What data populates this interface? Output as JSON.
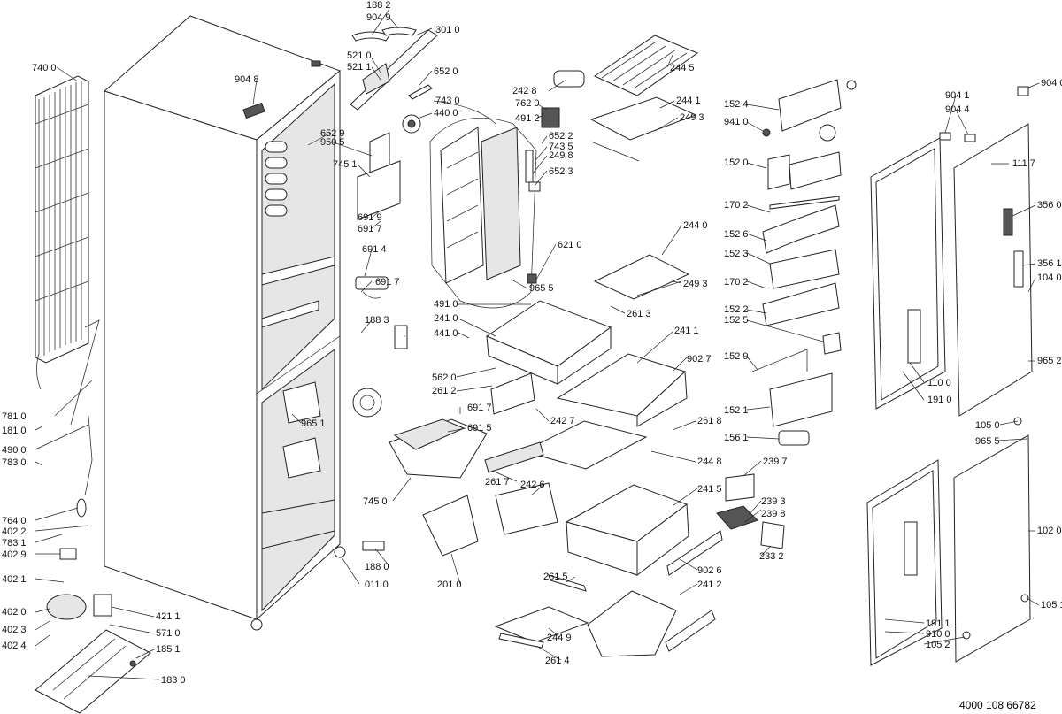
{
  "document_number": "4000 108 66782",
  "labels": {
    "p188_2": "188 2",
    "p904_9": "904 9",
    "p301_0": "301 0",
    "p521_0": "521 0",
    "p521_1": "521 1",
    "p652_0": "652 0",
    "p740_0": "740 0",
    "p904_8": "904 8",
    "p743_0": "743 0",
    "p440_0": "440 0",
    "p242_8": "242 8",
    "p762_0": "762 0",
    "p491_2": "491 2",
    "p652_2": "652 2",
    "p743_5": "743 5",
    "p249_8": "249 8",
    "p652_3": "652 3",
    "p244_5": "244 5",
    "p244_1": "244 1",
    "p249_3a": "249 3",
    "p652_9": "652 9",
    "p950_5": "950 5",
    "p745_1": "745 1",
    "p691_9": "691 9",
    "p691_7a": "691 7",
    "p691_4": "691 4",
    "p691_7b": "691 7",
    "p621_0": "621 0",
    "p965_5a": "965 5",
    "p244_0": "244 0",
    "p249_3b": "249 3",
    "p261_3": "261 3",
    "p152_4": "152 4",
    "p941_0": "941 0",
    "p152_0": "152 0",
    "p170_2a": "170 2",
    "p152_6": "152 6",
    "p152_3": "152 3",
    "p170_2b": "170 2",
    "p152_2": "152 2",
    "p152_5": "152 5",
    "p152_9": "152 9",
    "p152_1": "152 1",
    "p156_1": "156 1",
    "p904_1": "904 1",
    "p904_4": "904 4",
    "p904_0": "904 0",
    "p111_7": "111 7",
    "p356_0": "356 0",
    "p356_1": "356 1",
    "p104_0": "104 0",
    "p965_2": "965 2",
    "p110_0": "110 0",
    "p191_0": "191 0",
    "p491_0": "491 0",
    "p241_0": "241 0",
    "p188_3": "188 3",
    "p441_0": "441 0",
    "p241_1": "241 1",
    "p902_7a": "902 7",
    "p562_0": "562 0",
    "p261_2": "261 2",
    "p691_7c": "691 7",
    "p242_7": "242 7",
    "p261_8": "261 8",
    "p965_1": "965 1",
    "p691_5": "691 5",
    "p781_0": "781 0",
    "p181_0": "181 0",
    "p490_0": "490 0",
    "p783_0": "783 0",
    "p244_8": "244 8",
    "p239_7": "239 7",
    "p105_0": "105 0",
    "p965_5b": "965 5",
    "p745_0": "745 0",
    "p261_7": "261 7",
    "p242_6": "242 6",
    "p241_5": "241 5",
    "p239_3": "239 3",
    "p239_8": "239 8",
    "p764_0": "764 0",
    "p402_2": "402 2",
    "p783_1": "783 1",
    "p402_9": "402 9",
    "p233_2": "233 2",
    "p102_0": "102 0",
    "p188_0": "188 0",
    "p201_0": "201 0",
    "p902_6": "902 6",
    "p402_1": "402 1",
    "p011_0": "011 0",
    "p261_5": "261 5",
    "p241_2": "241 2",
    "p402_0": "402 0",
    "p421_1": "421 1",
    "p105_1": "105 1",
    "p402_3": "402 3",
    "p571_0": "571 0",
    "p191_1": "191 1",
    "p244_9": "244 9",
    "p910_0": "910 0",
    "p402_4": "402 4",
    "p185_1": "185 1",
    "p105_2": "105 2",
    "p261_4": "261 4",
    "p183_0": "183 0"
  }
}
